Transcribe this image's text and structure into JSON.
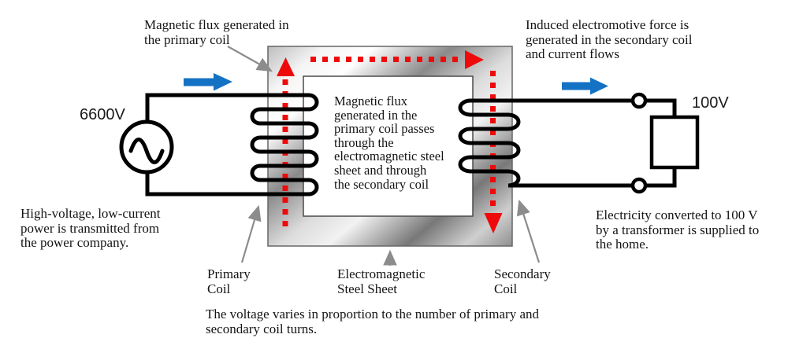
{
  "diagram": {
    "labels": {
      "flux_primary": "Magnetic flux generated in\nthe primary coil",
      "induced_emf": "Induced electromotive force is\ngenerated in the secondary coil\nand current flows",
      "core_text": "Magnetic flux\ngenerated in the\nprimary coil passes\nthrough the\nelectromagnetic steel\nsheet and through\nthe secondary coil",
      "primary_voltage": "6600V",
      "secondary_voltage": "100V",
      "high_voltage_note": "High-voltage, low-current\npower is transmitted from\nthe power company.",
      "electricity_note": "Electricity converted to 100 V\nby a transformer is supplied to\nthe home.",
      "primary_coil": "Primary\nCoil",
      "steel_sheet": "Electromagnetic\nSteel Sheet",
      "secondary_coil": "Secondary\nCoil",
      "voltage_note": "The voltage varies in proportion to the number of primary and\nsecondary coil turns."
    },
    "colors": {
      "flux_red": "#ee0a0a",
      "current_blue": "#1472c4",
      "wire_black": "#000000",
      "annotation_gray": "#8c8c8c"
    }
  }
}
